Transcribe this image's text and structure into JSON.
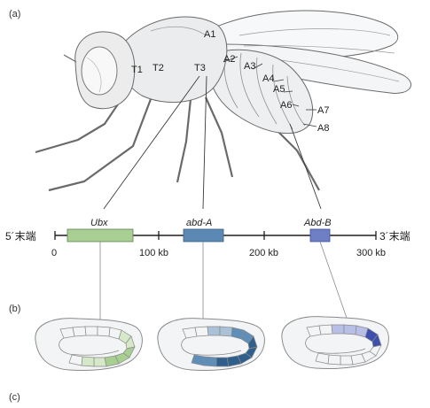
{
  "panels": {
    "a": "(a)",
    "b": "(b)",
    "c": "(c)"
  },
  "fly_segments": {
    "thorax": [
      "T1",
      "T2",
      "T3"
    ],
    "abdomen": [
      "A1",
      "A2",
      "A3",
      "A4",
      "A5",
      "A6",
      "A7",
      "A8"
    ]
  },
  "genome_map": {
    "left_end": "5´末端",
    "right_end": "3´末端",
    "scale_ticks": [
      "0",
      "100 kb",
      "200 kb",
      "300 kb"
    ],
    "genes": [
      {
        "name": "Ubx",
        "color": "#a9cf94"
      },
      {
        "name": "abd-A",
        "color": "#5b89b4"
      },
      {
        "name": "Abd-B",
        "color": "#6f7fc6"
      }
    ]
  },
  "embryo_colors": {
    "outline": "#8a8a8a",
    "unshaded": "#f3f4f6",
    "ubx_light": "#d5e8c8",
    "ubx_dark": "#a8cf92",
    "abdA_light": "#a9c2d8",
    "abdA_mid": "#5f8eb8",
    "abdA_dark": "#2f5f8c",
    "abdB_light": "#b7bfe6",
    "abdB_dark": "#3f4fae"
  }
}
